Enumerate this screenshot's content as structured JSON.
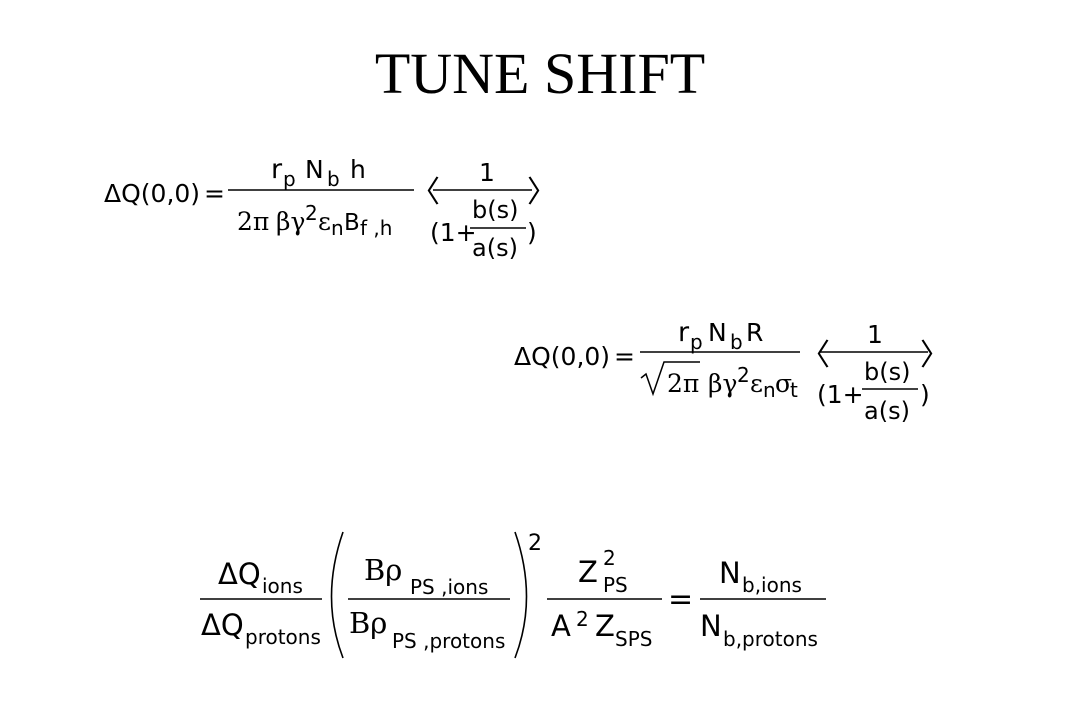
{
  "slide": {
    "title": "TUNE SHIFT"
  },
  "eq1": {
    "lhs": "ΔQ(0,0)",
    "eq": "=",
    "num_r": "r",
    "num_r_sub": "p",
    "num_N": "N",
    "num_N_sub": "b",
    "num_h": "h",
    "den_2pi": "2π",
    "den_beta_gamma": "βγ",
    "den_sq": "2",
    "den_eps": "ε",
    "den_eps_sub": "n",
    "den_B": "B",
    "den_B_sub": "f ,h",
    "avg_left": "〈",
    "avg_right": "〉",
    "inner_num": "1",
    "inner_open": "(1+",
    "inner_close": ")",
    "inner_b": "b(s)",
    "inner_a": "a(s)"
  },
  "eq2": {
    "lhs": "ΔQ(0,0)",
    "eq": "=",
    "num_r": "r",
    "num_r_sub": "p",
    "num_N": "N",
    "num_N_sub": "b",
    "num_R": "R",
    "den_2pi": "2π",
    "den_beta_gamma": "βγ",
    "den_sq": "2",
    "den_eps": "ε",
    "den_eps_sub": "n",
    "den_sigma": "σ",
    "den_sigma_sub": "t",
    "avg_left": "〈",
    "avg_right": "〉",
    "inner_num": "1",
    "inner_open": "(1+",
    "inner_close": ")",
    "inner_b": "b(s)",
    "inner_a": "a(s)"
  },
  "eq3": {
    "dq": "ΔQ",
    "sub_ions": "ions",
    "sub_protons": "protons",
    "brho": "Bρ",
    "sub_ps_ions": "PS ,ions",
    "sub_ps_protons": "PS ,protons",
    "power": "2",
    "Z": "Z",
    "Z_sup": "2",
    "Z_sub_ps": "PS",
    "A": "A",
    "A_sup": "2",
    "Z_sub_sps": "SPS",
    "eq": "=",
    "N": "N",
    "N_sub_ions": "b,ions",
    "N_sub_protons": "b,protons"
  }
}
